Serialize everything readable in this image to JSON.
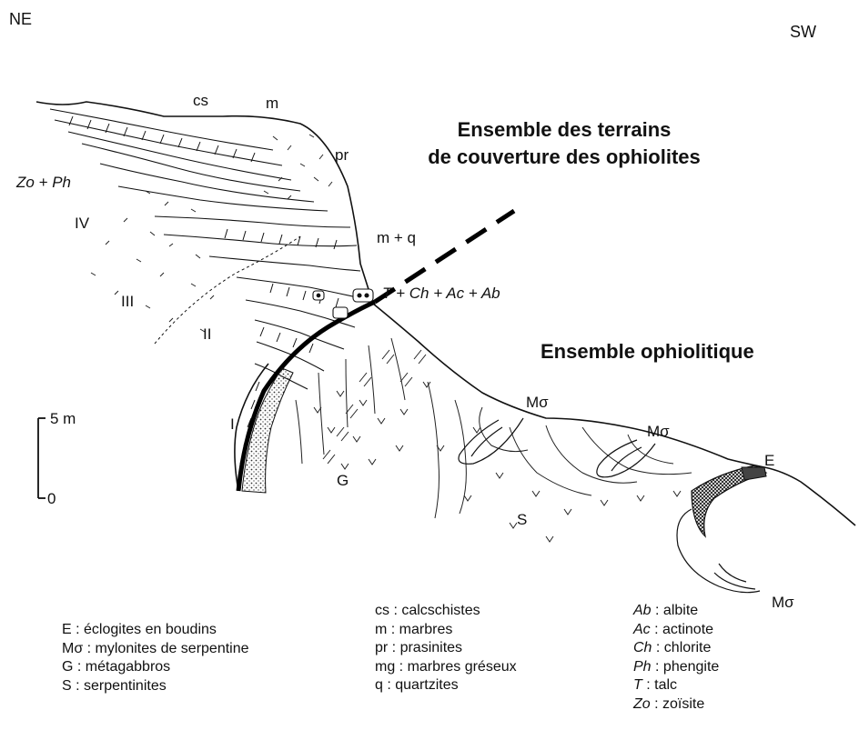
{
  "orientation": {
    "left": "NE",
    "right": "SW"
  },
  "titles": {
    "cover": [
      "Ensemble des terrains",
      "de couverture des ophiolites"
    ],
    "ophiolite": "Ensemble ophiolitique"
  },
  "labels": {
    "cs": "cs",
    "m": "m",
    "pr": "pr",
    "zo_ph": "Zo + Ph",
    "iv": "IV",
    "iii": "III",
    "ii": "II",
    "i": "I",
    "m_q": "m + q",
    "contact_assemblage": "T + Ch + Ac + Ab",
    "g": "G",
    "s": "S",
    "ms1": "Mσ",
    "ms2": "Mσ",
    "ms3": "Mσ",
    "e": "E"
  },
  "scale": {
    "top": "5 m",
    "bottom": "0"
  },
  "legend_left": [
    {
      "key": "E",
      "desc": " : éclogites en boudins"
    },
    {
      "key": "Mσ",
      "desc": " : mylonites de serpentine"
    },
    {
      "key": "G",
      "desc": " : métagabbros"
    },
    {
      "key": "S",
      "desc": " : serpentinites"
    }
  ],
  "legend_middle": [
    {
      "key": "cs",
      "desc": " : calcschistes"
    },
    {
      "key": "m",
      "desc": " : marbres"
    },
    {
      "key": "pr",
      "desc": " : prasinites"
    },
    {
      "key": "mg",
      "desc": " : marbres gréseux"
    },
    {
      "key": "q",
      "desc": " : quartzites"
    }
  ],
  "legend_right": [
    {
      "key": "Ab",
      "desc": " : albite"
    },
    {
      "key": "Ac",
      "desc": " : actinote"
    },
    {
      "key": "Ch",
      "desc": " : chlorite"
    },
    {
      "key": "Ph",
      "desc": " : phengite"
    },
    {
      "key": "T",
      "desc": " : talc"
    },
    {
      "key": "Zo",
      "desc": " : zoïsite"
    }
  ]
}
